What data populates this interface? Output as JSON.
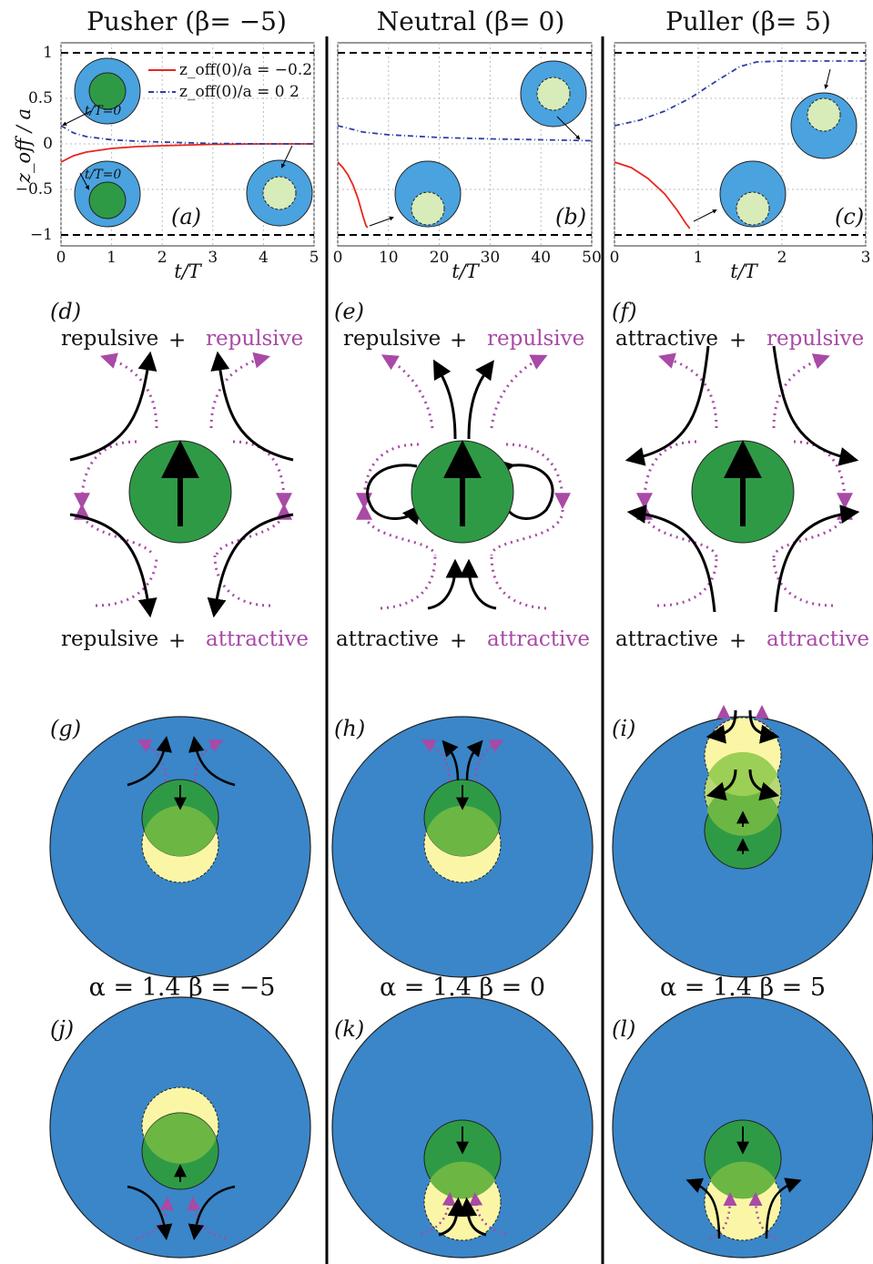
{
  "colors": {
    "cell_dark": "#3a86c8",
    "cell_light": "#4aa2df",
    "swimmer": "#2f9a45",
    "swimmer_light": "#d7ecb8",
    "pale": "#fbf6a6",
    "overlap": "#6cb644",
    "magenta": "#a84aa6",
    "red": "#e8261f",
    "blue": "#2d3fa6"
  },
  "columns": [
    {
      "title": "Pusher (β= −5)"
    },
    {
      "title": "Neutral (β= 0)"
    },
    {
      "title": "Puller (β= 5)"
    }
  ],
  "plots": {
    "ylabel": "z_off / a",
    "xlabel": "t/T",
    "yticks": [
      "1",
      "0.5",
      "0",
      "−0.5",
      "−1"
    ],
    "a": {
      "label": "(a)",
      "xticks": [
        "0",
        "1",
        "2",
        "3",
        "4",
        "5"
      ]
    },
    "b": {
      "label": "(b)",
      "xticks": [
        "0",
        "10",
        "20",
        "30",
        "40",
        "50"
      ]
    },
    "c": {
      "label": "(c)",
      "xticks": [
        "0",
        "1",
        "2",
        "3"
      ]
    },
    "legend": {
      "red": "z_off(0)/a = −0.2",
      "blue": "z_off(0)/a = 0 2"
    },
    "inset_label_top": "t/T=0",
    "inset_label_bottom": "t/T=0"
  },
  "chart_data": [
    {
      "type": "line",
      "panel": "(a)",
      "xlabel": "t/T",
      "ylabel": "z_off/a",
      "xlim": [
        0,
        5
      ],
      "ylim": [
        -1,
        1
      ],
      "series": [
        {
          "name": "z_off(0)/a = −0.2",
          "color": "red",
          "x": [
            0,
            0.25,
            0.5,
            1,
            1.5,
            2,
            3,
            4,
            5
          ],
          "y": [
            -0.2,
            -0.13,
            -0.09,
            -0.05,
            -0.03,
            -0.02,
            -0.005,
            0,
            0
          ]
        },
        {
          "name": "z_off(0)/a = 0 2",
          "color": "blue",
          "x": [
            0,
            0.25,
            0.5,
            1,
            1.5,
            2,
            3,
            4,
            5
          ],
          "y": [
            0.2,
            0.12,
            0.08,
            0.045,
            0.03,
            0.02,
            0.005,
            0,
            0
          ]
        }
      ]
    },
    {
      "type": "line",
      "panel": "(b)",
      "xlabel": "t/T",
      "ylabel": "",
      "xlim": [
        0,
        50
      ],
      "ylim": [
        -1,
        1
      ],
      "series": [
        {
          "color": "red",
          "x": [
            0,
            1,
            2,
            3,
            4,
            5,
            5.6,
            5.9
          ],
          "y": [
            -0.2,
            -0.26,
            -0.34,
            -0.45,
            -0.6,
            -0.8,
            -0.9,
            -0.92
          ]
        },
        {
          "color": "blue",
          "x": [
            0,
            5,
            10,
            20,
            30,
            40,
            50
          ],
          "y": [
            0.2,
            0.13,
            0.1,
            0.07,
            0.055,
            0.045,
            0.035
          ]
        }
      ]
    },
    {
      "type": "line",
      "panel": "(c)",
      "xlabel": "t/T",
      "ylabel": "",
      "xlim": [
        0,
        3
      ],
      "ylim": [
        -1,
        1
      ],
      "series": [
        {
          "color": "red",
          "x": [
            0,
            0.2,
            0.4,
            0.6,
            0.75,
            0.85,
            0.9
          ],
          "y": [
            -0.2,
            -0.26,
            -0.38,
            -0.55,
            -0.73,
            -0.87,
            -0.93
          ]
        },
        {
          "color": "blue",
          "x": [
            0,
            0.3,
            0.6,
            0.9,
            1.2,
            1.5,
            1.7,
            2,
            2.5,
            3
          ],
          "y": [
            0.2,
            0.26,
            0.36,
            0.5,
            0.68,
            0.85,
            0.9,
            0.91,
            0.91,
            0.91
          ]
        }
      ]
    }
  ],
  "flow": {
    "d": {
      "label": "(d)",
      "top_black": "repulsive",
      "top_purple": "repulsive",
      "bot_black": "repulsive",
      "bot_purple": "attractive"
    },
    "e": {
      "label": "(e)",
      "top_black": "repulsive",
      "top_purple": "repulsive",
      "bot_black": "attractive",
      "bot_purple": "attractive"
    },
    "f": {
      "label": "(f)",
      "top_black": "attractive",
      "top_purple": "repulsive",
      "bot_black": "attractive",
      "bot_purple": "attractive"
    },
    "plus": "+"
  },
  "cells": {
    "g": "(g)",
    "h": "(h)",
    "i": "(i)",
    "j": "(j)",
    "k": "(k)",
    "l": "(l)"
  },
  "params": [
    "α = 1.4  β = −5",
    "α = 1.4  β = 0",
    "α = 1.4  β = 5"
  ]
}
